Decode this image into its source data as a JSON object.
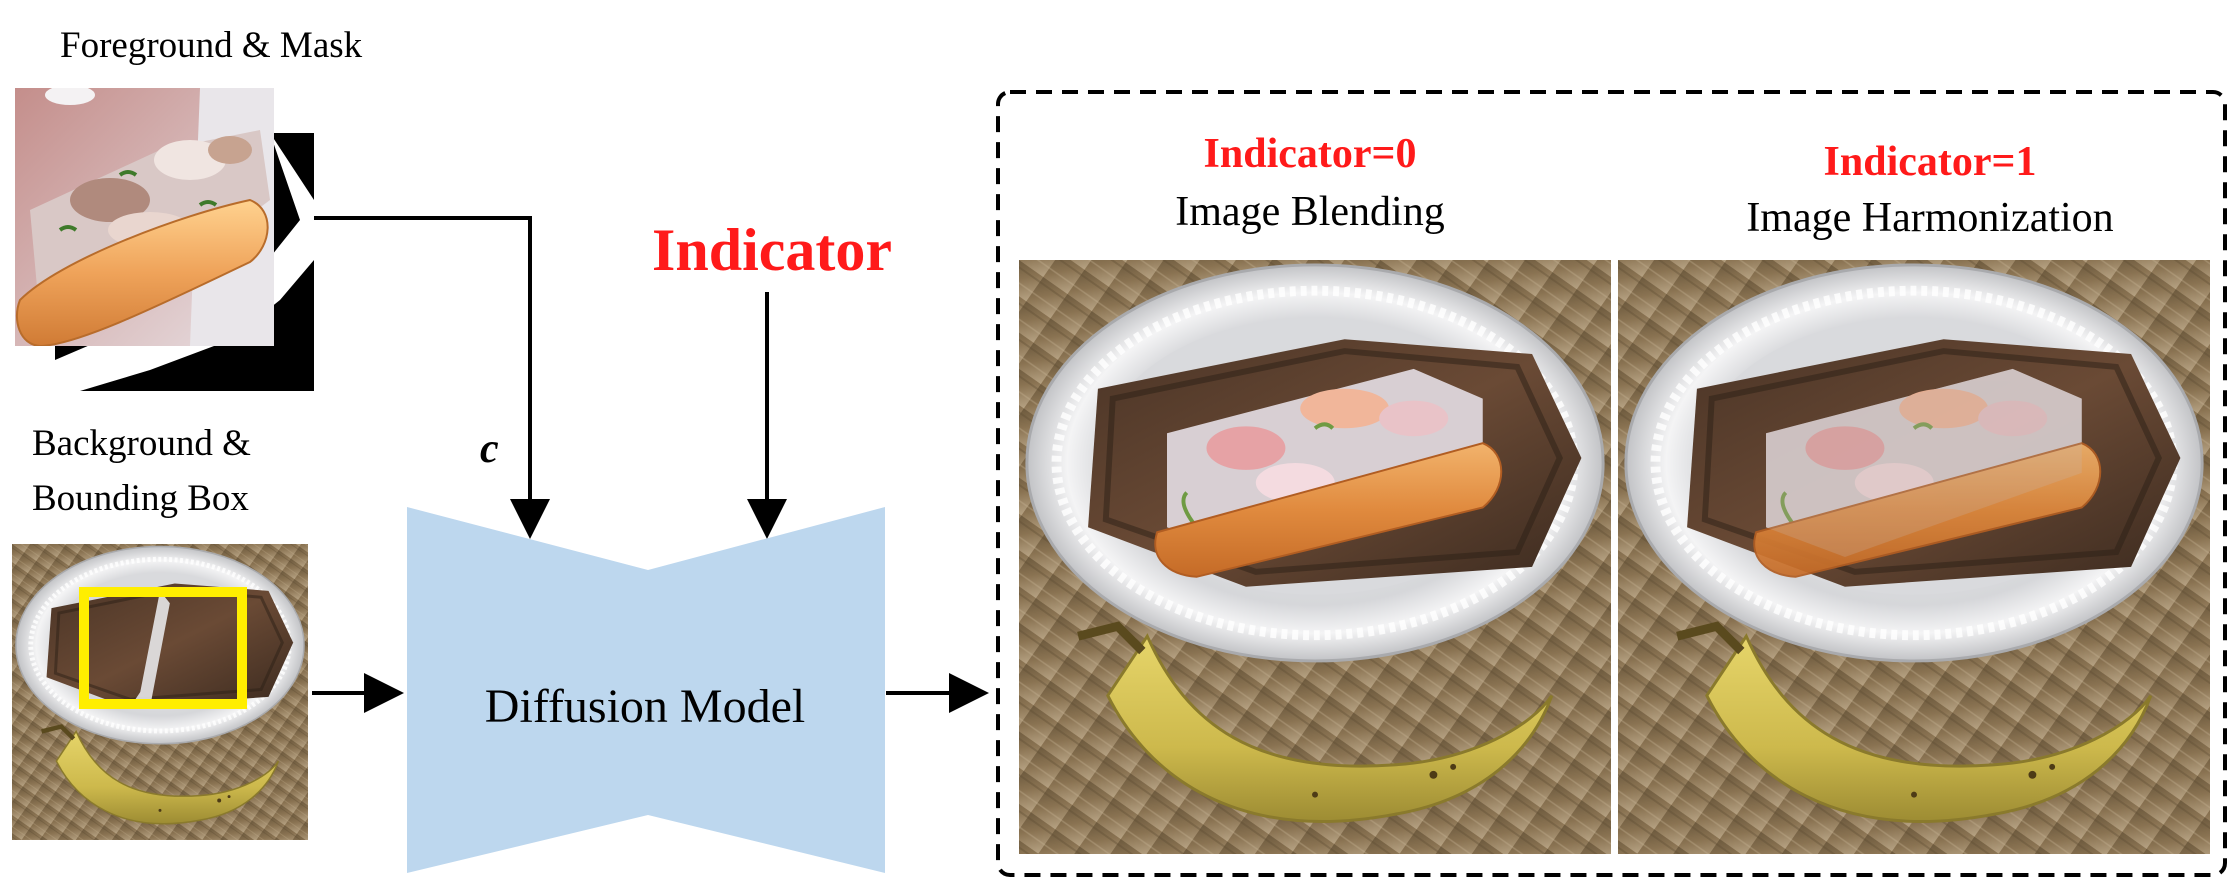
{
  "diagram": {
    "inputs": {
      "foreground_label": "Foreground & Mask",
      "background_label_line1": "Background &",
      "background_label_line2": "Bounding Box"
    },
    "condition_symbol": "c",
    "indicator_label": "Indicator",
    "model_label": "Diffusion Model",
    "outputs": [
      {
        "indicator_text": "Indicator=0",
        "task_text": "Image Blending"
      },
      {
        "indicator_text": "Indicator=1",
        "task_text": "Image Harmonization"
      }
    ]
  },
  "colors": {
    "indicator_red": "#ff1a1a",
    "model_fill": "#bdd7ee",
    "bbox_yellow": "#ffee00",
    "line": "#000000"
  }
}
